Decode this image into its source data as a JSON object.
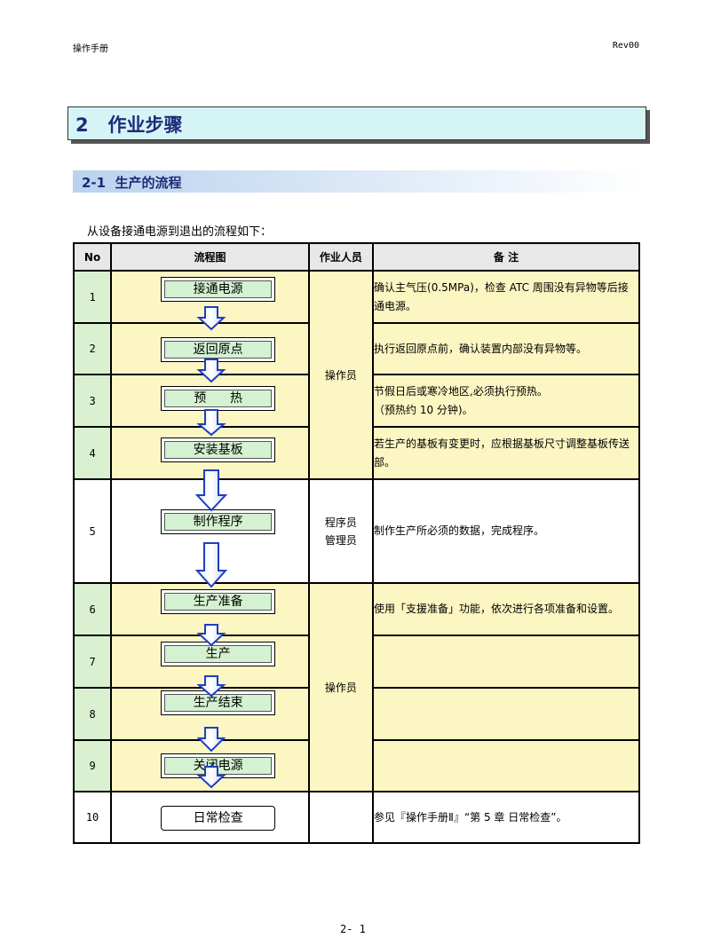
{
  "header": {
    "left": "操作手册",
    "right": "Rev00"
  },
  "chapter_title": "2   作业步骤",
  "section_title": "2-1  生产的流程",
  "intro": "从设备接通电源到退出的流程如下：",
  "table": {
    "headers": {
      "no": "No",
      "chart": "流程图",
      "staff": "作业人员",
      "note": "备    注"
    },
    "rows": [
      {
        "no": "1",
        "step": "接通电源",
        "note": "确认主气压(0.5MPa)，检查 ATC 周围没有异物等后接通电源。"
      },
      {
        "no": "2",
        "step": "返回原点",
        "note": "执行返回原点前，确认装置内部没有异物等。"
      },
      {
        "no": "3",
        "step": "预      热",
        "note": "节假日后或寒冷地区,必须执行预热。\n（预热约 10 分钟)。"
      },
      {
        "no": "4",
        "step": "安装基板",
        "note": "若生产的基板有变更时，应根据基板尺寸调整基板传送部。"
      },
      {
        "no": "5",
        "step": "制作程序",
        "note": "制作生产所必须的数据，完成程序。"
      },
      {
        "no": "6",
        "step": "生产准备",
        "note": "使用「支援准备」功能，依次进行各项准备和设置。"
      },
      {
        "no": "7",
        "step": "生产",
        "note": ""
      },
      {
        "no": "8",
        "step": "生产结束",
        "note": ""
      },
      {
        "no": "9",
        "step": "关闭电源",
        "note": ""
      },
      {
        "no": "10",
        "step": "日常检查",
        "note": "参见『操作手册Ⅱ』“第 5 章   日常检查”。"
      }
    ],
    "staff": {
      "group1": "操作员",
      "group2_line1": "程序员",
      "group2_line2": "管理员",
      "group3": "操作员"
    }
  },
  "footer": "2- 1"
}
